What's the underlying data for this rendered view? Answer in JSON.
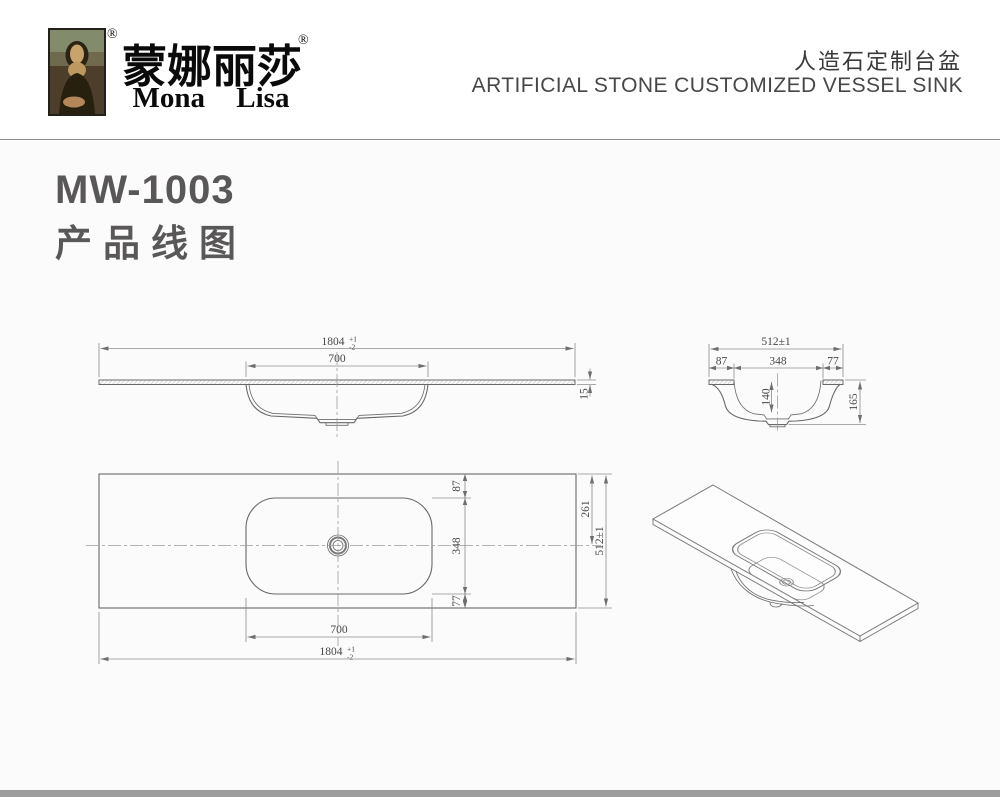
{
  "header": {
    "registered_mark": "®",
    "brand_cn": "蒙娜丽莎",
    "brand_en": "Mona Lisa",
    "product_cn": "人造石定制台盆",
    "product_en": "ARTIFICIAL STONE CUSTOMIZED VESSEL SINK"
  },
  "title": {
    "model": "MW-1003",
    "subtitle": "产品线图"
  },
  "front_view": {
    "overall_width": "1804",
    "tol_plus": "+1",
    "tol_minus": "-2",
    "basin_width": "700",
    "thickness": "15"
  },
  "side_view": {
    "overall_depth": "512±1",
    "front_margin": "87",
    "basin_length": "348",
    "back_margin": "77",
    "bowl_depth": "140",
    "overall_height": "165"
  },
  "plan_view": {
    "top_margin": "87",
    "basin_length": "348",
    "bottom_margin": "77",
    "center_offset": "261",
    "overall_depth": "512±1",
    "basin_width": "700",
    "overall_width": "1804",
    "tol_plus": "+1",
    "tol_minus": "-2"
  }
}
